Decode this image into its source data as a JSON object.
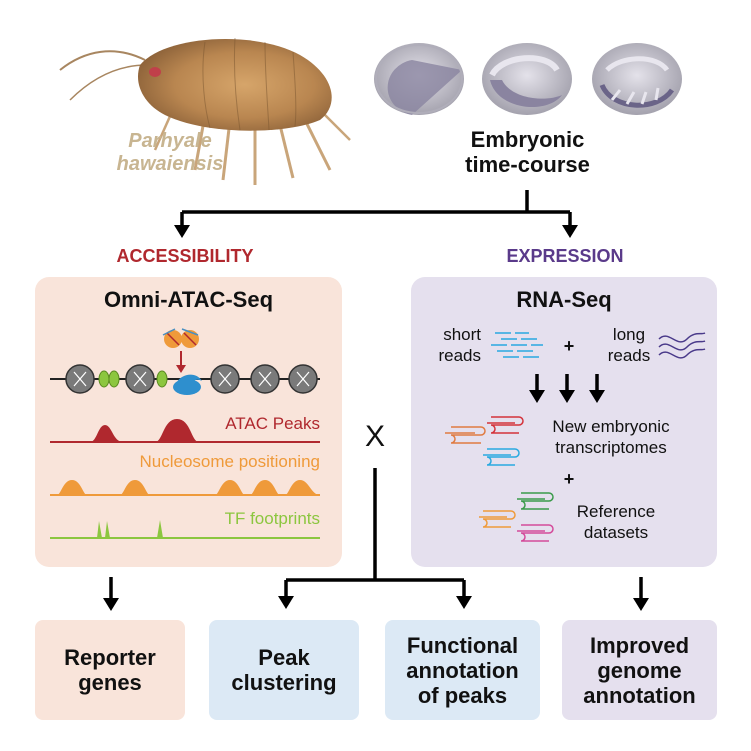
{
  "organism": {
    "name_line1": "Parhyale",
    "name_line2": "hawaiensis"
  },
  "timecourse": {
    "line1": "Embryonic",
    "line2": "time-course"
  },
  "branches": {
    "left": "ACCESSIBILITY",
    "right": "EXPRESSION"
  },
  "atac_panel": {
    "title": "Omni-ATAC-Seq",
    "tracks": [
      "ATAC Peaks",
      "Nucleosome positioning",
      "TF footprints"
    ]
  },
  "rna_panel": {
    "title": "RNA-Seq",
    "short_reads": [
      "short",
      "reads"
    ],
    "long_reads": [
      "long",
      "reads"
    ],
    "plus": "+",
    "new_transcriptomes": [
      "New embryonic",
      "transcriptomes"
    ],
    "reference": [
      "Reference",
      "datasets"
    ]
  },
  "cross_symbol": "X",
  "outputs": [
    {
      "line1": "Reporter",
      "line2": "genes",
      "line3": ""
    },
    {
      "line1": "Peak",
      "line2": "clustering",
      "line3": ""
    },
    {
      "line1": "Functional",
      "line2": "annotation",
      "line3": "of peaks"
    },
    {
      "line1": "Improved",
      "line2": "genome",
      "line3": "annotation"
    }
  ],
  "colors": {
    "accessibility": "#b0282e",
    "expression": "#5a3a8a",
    "atac_bg": "#f9e4da",
    "rna_bg": "#e5e0ee",
    "atac_peaks": "#b0282e",
    "nucleosome": "#ef9a3a",
    "tf_footprints": "#8cc63f",
    "out_pink": "#f9e4da",
    "out_blue": "#dce9f5",
    "out_purple": "#e5e0ee",
    "species": "#c8b591"
  }
}
